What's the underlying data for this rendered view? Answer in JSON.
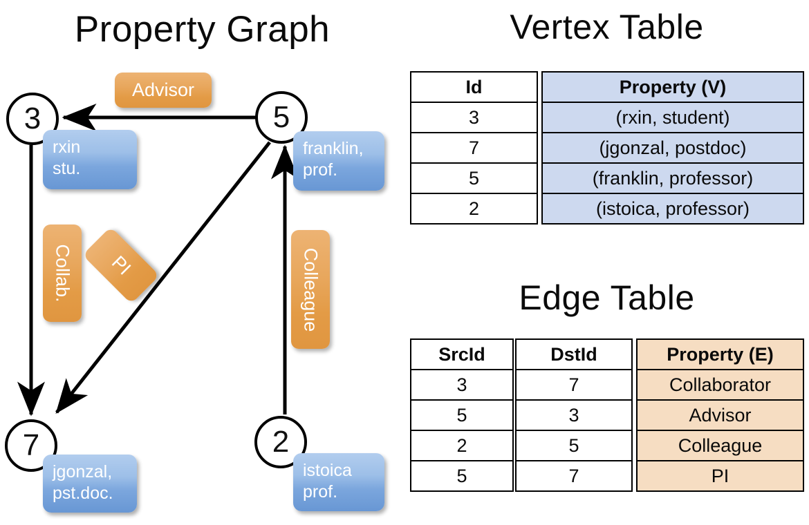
{
  "titles": {
    "property_graph": "Property Graph",
    "vertex_table": "Vertex Table",
    "edge_table": "Edge Table"
  },
  "colors": {
    "vertex_property_fill": "#cdd9ef",
    "edge_property_fill": "#f6ddc2",
    "node_callout_blue": "#7ba6dd",
    "edge_label_orange": "#e8a75d",
    "stroke": "#000000",
    "background": "#ffffff"
  },
  "graph": {
    "nodes": [
      {
        "id": "3",
        "property_line1": "rxin",
        "property_line2": "stu."
      },
      {
        "id": "5",
        "property_line1": "franklin,",
        "property_line2": "prof."
      },
      {
        "id": "7",
        "property_line1": "jgonzal,",
        "property_line2": "pst.doc."
      },
      {
        "id": "2",
        "property_line1": "istoica",
        "property_line2": "prof."
      }
    ],
    "edge_labels": [
      {
        "name": "advisor",
        "text": "Advisor",
        "orientation": "horizontal"
      },
      {
        "name": "collab",
        "text": "Collab.",
        "orientation": "vertical"
      },
      {
        "name": "pi",
        "text": "PI",
        "orientation": "diagonal"
      },
      {
        "name": "colleague",
        "text": "Colleague",
        "orientation": "vertical"
      }
    ],
    "edges": [
      {
        "src": "5",
        "dst": "3",
        "label": "Advisor"
      },
      {
        "src": "3",
        "dst": "7",
        "label": "Collab."
      },
      {
        "src": "5",
        "dst": "7",
        "label": "PI"
      },
      {
        "src": "2",
        "dst": "5",
        "label": "Colleague"
      }
    ]
  },
  "vertex_table": {
    "headers": {
      "id": "Id",
      "property": "Property (V)"
    },
    "rows": [
      {
        "id": "3",
        "property": "(rxin, student)"
      },
      {
        "id": "7",
        "property": "(jgonzal, postdoc)"
      },
      {
        "id": "5",
        "property": "(franklin, professor)"
      },
      {
        "id": "2",
        "property": "(istoica, professor)"
      }
    ]
  },
  "edge_table": {
    "headers": {
      "src": "SrcId",
      "dst": "DstId",
      "property": "Property (E)"
    },
    "rows": [
      {
        "src": "3",
        "dst": "7",
        "property": "Collaborator"
      },
      {
        "src": "5",
        "dst": "3",
        "property": "Advisor"
      },
      {
        "src": "2",
        "dst": "5",
        "property": "Colleague"
      },
      {
        "src": "5",
        "dst": "7",
        "property": "PI"
      }
    ]
  }
}
